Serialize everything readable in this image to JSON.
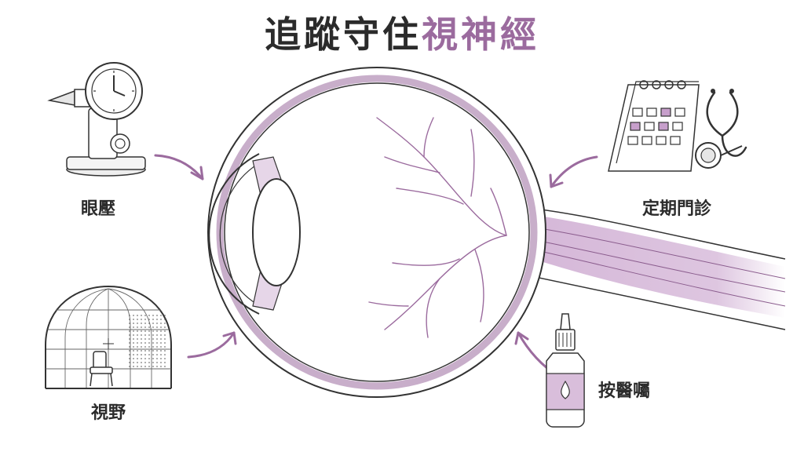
{
  "title": {
    "dark_part": "追蹤守住",
    "accent_part": "視神經"
  },
  "labels": {
    "eye_pressure": "眼壓",
    "visual_field": "視野",
    "regular_visit": "定期門診",
    "follow_prescription": "按醫囑"
  },
  "icons": {
    "eye_pressure": "tonometer-icon",
    "visual_field": "perimeter-dome-icon",
    "regular_visit": "calendar-stethoscope-icon",
    "follow_prescription": "eye-drop-bottle-icon"
  },
  "colors": {
    "text_dark": "#2b2b2b",
    "accent": "#9b6b9e",
    "line": "#333333",
    "accent_fill": "#d9bedb"
  }
}
